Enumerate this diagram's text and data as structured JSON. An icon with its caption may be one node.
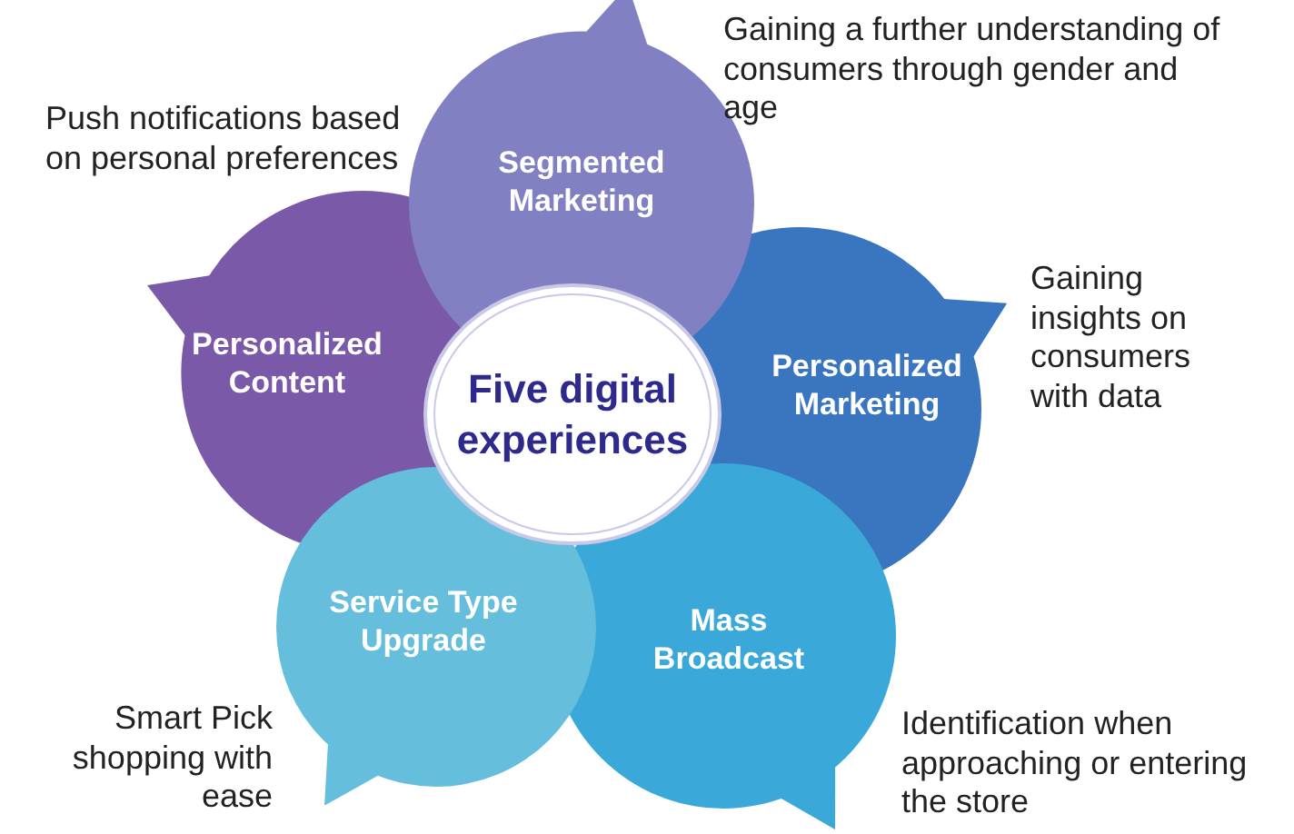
{
  "diagram": {
    "nodes": [
      {
        "text": [
          "Segmented Marketing"
        ],
        "beside": [
          "Gaining a further understanding of consumers through gender and age"
        ]
      },
      {
        "text": [
          "Personalized Content"
        ],
        "beside": [
          "Push notifications based on personal preferences"
        ]
      },
      {
        "text": [
          "Five digital experiences"
        ]
      },
      {
        "text": [
          "Personalized Marketing"
        ],
        "beside": [
          "Gaining insights on consumers with data"
        ]
      },
      {
        "text": [
          "Service Type Upgrade"
        ],
        "beside": [
          "Smart Pick shopping with ease"
        ]
      },
      {
        "text": [
          "Mass Broadcast"
        ],
        "beside": [
          "Identification when approaching or entering the store"
        ]
      }
    ]
  }
}
